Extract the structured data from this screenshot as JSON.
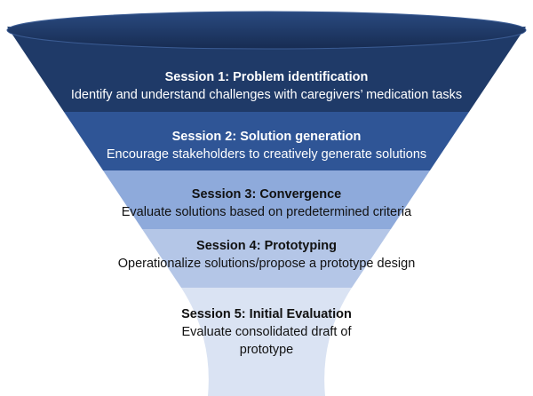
{
  "colors": {
    "stage1": "#1f3a68",
    "stage2": "#2f5596",
    "stage3": "#8eaadb",
    "stage4": "#b4c6e7",
    "stage5": "#dae3f3"
  },
  "stages": [
    {
      "title": "Session 1: Problem identification",
      "description": "Identify and understand challenges with caregivers’ medication tasks"
    },
    {
      "title": "Session 2: Solution generation",
      "description": "Encourage stakeholders to creatively generate solutions"
    },
    {
      "title": "Session 3: Convergence",
      "description": "Evaluate solutions based on predetermined criteria"
    },
    {
      "title": "Session 4: Prototyping",
      "description": "Operationalize solutions/propose a prototype design"
    },
    {
      "title": "Session 5: Initial Evaluation",
      "description": "Evaluate consolidated draft of prototype"
    }
  ]
}
